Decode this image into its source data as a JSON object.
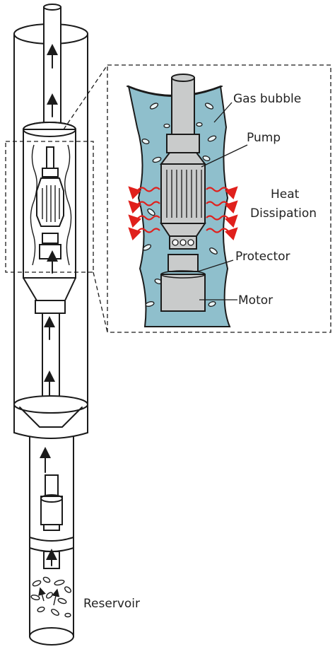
{
  "labels": {
    "gas_bubble": "Gas bubble",
    "pump": "Pump",
    "heat_line1": "Heat",
    "heat_line2": "Dissipation",
    "protector": "Protector",
    "motor": "Motor",
    "reservoir": "Reservoir"
  },
  "colors": {
    "fluid": "#8fbfcc",
    "equipment": "#c9cbcb",
    "heat_arrows": "#e0201c",
    "outline": "#1b1b1b"
  },
  "icons": {
    "flow_arrow": "arrow-up-icon",
    "heat_arrow": "wavy-arrow-icon"
  }
}
